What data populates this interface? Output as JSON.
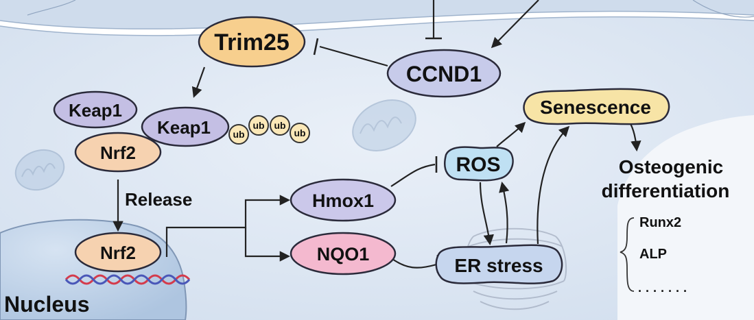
{
  "nodes": {
    "trim25": "Trim25",
    "ccnd1": "CCND1",
    "keap1_free": "Keap1",
    "keap1_ub": "Keap1",
    "nrf2_cyto": "Nrf2",
    "nrf2_nucleus": "Nrf2",
    "senescence": "Senescence",
    "ros": "ROS",
    "hmox1": "Hmox1",
    "nqo1": "NQO1",
    "er_stress": "ER stress"
  },
  "ubiquitin": [
    "ub",
    "ub",
    "ub",
    "ub"
  ],
  "labels": {
    "release": "Release",
    "nucleus": "Nucleus",
    "osteogenic_line1": "Osteogenic",
    "osteogenic_line2": "differentiation"
  },
  "markers": [
    "Runx2",
    "ALP",
    "· · · · · · ·"
  ],
  "colors": {
    "cell": "#dde7f2",
    "nucleus": "#c8d9ec",
    "trim25": "#f7cf8e",
    "ccnd1": "#c7cbea",
    "keap1": "#c4bfe4",
    "nrf2": "#f6d2b0",
    "senescence": "#f7e4a6",
    "ros": "#bfe0f3",
    "hmox1": "#cbc8ea",
    "nqo1": "#f4b9cf",
    "er_stress": "#c6d6ee",
    "ub": "#fbe8b8"
  }
}
